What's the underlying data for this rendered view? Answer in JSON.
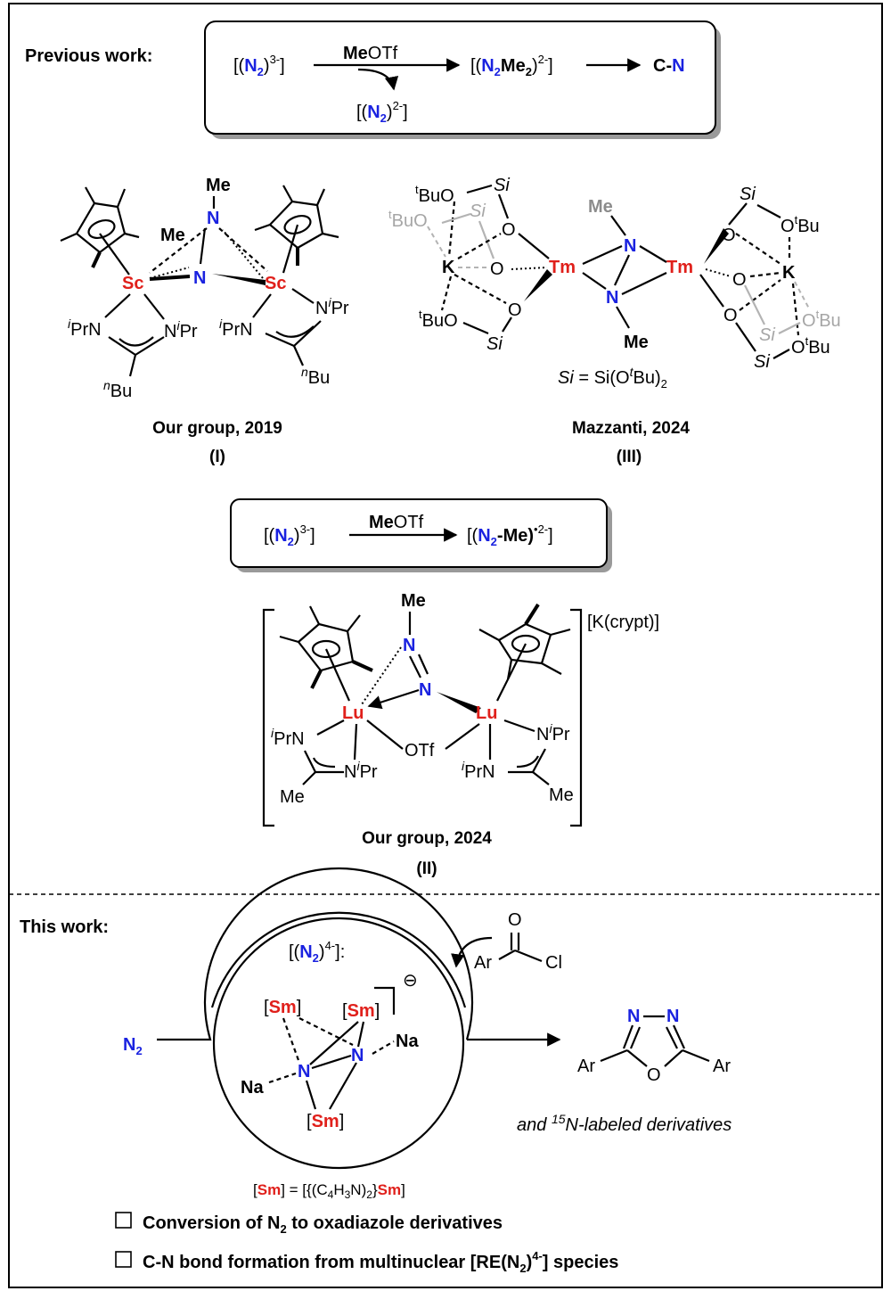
{
  "previous": {
    "heading": "Previous work:",
    "scheme": {
      "start": "[(N2)3-]",
      "reagent_me": "Me",
      "reagent_rest": "OTf",
      "side_product": "[(N2)2-]",
      "product": "[(N2Me2)2-]",
      "final": "C-N"
    }
  },
  "complex_I": {
    "caption": "Our group, 2019",
    "label": "(I)",
    "atoms": {
      "sc": "Sc",
      "n": "N",
      "me": "Me",
      "ipr_n": "PrN",
      "n_ipr": "N",
      "n_pr": "Pr",
      "bu": "Bu",
      "i": "i",
      "n_sup": "n"
    }
  },
  "complex_III": {
    "caption": "Mazzanti, 2024",
    "label": "(III)",
    "atoms": {
      "tm": "Tm",
      "k": "K",
      "o": "O",
      "si": "Si",
      "tbu_o": "BuO",
      "o_tbu": "O",
      "bu": "Bu",
      "t": "t",
      "me": "Me",
      "n": "N"
    },
    "definition": "Si = Si(OtBu)2"
  },
  "scheme2": {
    "start": "[(N2)3-]",
    "reagent_me": "Me",
    "reagent_rest": "OTf",
    "product": "[(N2-Me)•2-]"
  },
  "complex_II": {
    "caption": "Our group, 2024",
    "label": "(II)",
    "counterion": "[K(crypt)]",
    "atoms": {
      "lu": "Lu",
      "me": "Me",
      "n": "N",
      "otf": "OTf",
      "prn": "PrN",
      "npr_n": "N",
      "npr_pr": "Pr",
      "i": "i"
    }
  },
  "this_work": {
    "heading": "This work:",
    "n2": "N",
    "species": "[(N2)4-]:",
    "sm": "Sm",
    "na": "Na",
    "n": "N",
    "charge": "⊖",
    "reagent": {
      "o": "O",
      "ar": "Ar",
      "cl": "Cl"
    },
    "product": {
      "n": "N",
      "o": "O",
      "ar": "Ar"
    },
    "labeled": "and 15N-labeled derivatives",
    "sm_definition": "[Sm] = [{(C4H3N)2}Sm]",
    "bullets": [
      "Conversion of N2 to oxadiazole derivatives",
      "C-N bond formation from multinuclear [RE(N2)4-] species"
    ]
  }
}
